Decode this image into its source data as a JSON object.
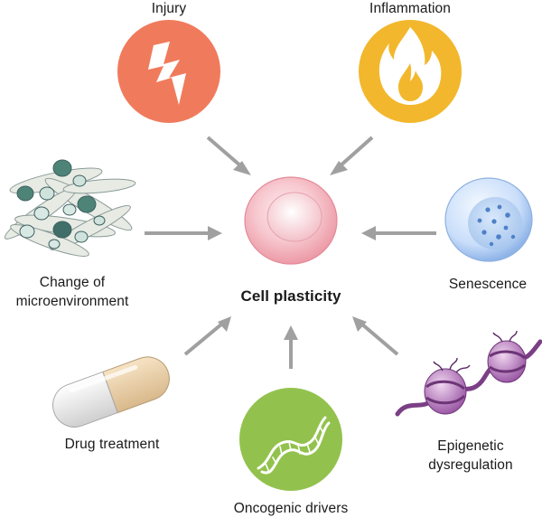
{
  "center": {
    "label": "Cell plasticity"
  },
  "factors": {
    "injury": {
      "label": "Injury",
      "color": "#f07b5c",
      "icon": "lightning-icon"
    },
    "inflammation": {
      "label": "Inflammation",
      "color": "#f2b72c",
      "icon": "flame-icon"
    },
    "senescence": {
      "label": "Senescence",
      "icon": "senescent-cell-icon"
    },
    "epigenetic": {
      "line1": "Epigenetic",
      "line2": "dysregulation",
      "icon": "chromatin-icon"
    },
    "oncogenic": {
      "label": "Oncogenic drivers",
      "color": "#92c24d",
      "icon": "dna-icon"
    },
    "drug": {
      "label": "Drug treatment",
      "icon": "capsule-icon"
    },
    "microenvironment": {
      "line1": "Change of",
      "line2": "microenvironment",
      "icon": "fibroblast-cluster-icon"
    }
  },
  "arrow_color": "#a0a0a0"
}
